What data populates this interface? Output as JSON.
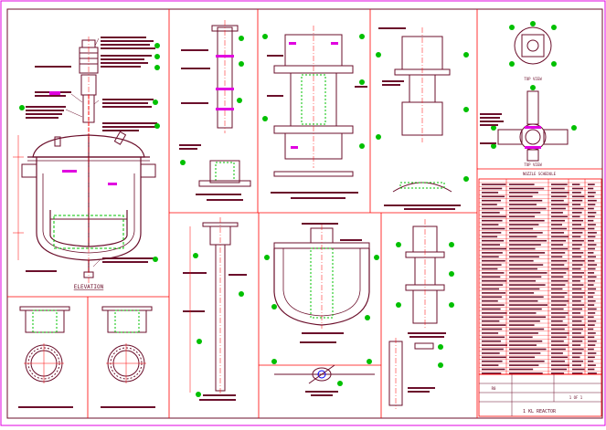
{
  "sheet": {
    "colors": {
      "outline": "#ff0000",
      "detail": "#6b0f2b",
      "callout": "#00c000",
      "accent": "#e000e0",
      "blue": "#0000ff",
      "paper": "#ffffff"
    }
  },
  "labels": {
    "elevation_title": "ELEVATION",
    "top_view_title": "TOP VIEW",
    "top_view_sub": "TOP VIEW",
    "table_title": "NOZZLE SCHEDULE"
  },
  "views": [
    {
      "id": "elevation",
      "caption": "ELEVATION"
    },
    {
      "id": "shaft",
      "caption": "DETAIL OF TOP SHAFT"
    },
    {
      "id": "bearing",
      "caption": "DETAIL OF BEARING HOUSING & COUPLING"
    },
    {
      "id": "support",
      "caption": "DETAIL OF LUG SUPPORT"
    },
    {
      "id": "agitator-shaft",
      "caption": "DETAIL OF AGITATOR SHAFT"
    },
    {
      "id": "anchor",
      "caption": "DETAIL OF ANCHOR"
    },
    {
      "id": "coupling",
      "caption": "DETAIL OF RIGID COUPLING"
    },
    {
      "id": "manhole",
      "caption": "MANHOLE COVER DETAIL"
    },
    {
      "id": "sight-glass",
      "caption": "SIGHT GLASS DETAIL"
    },
    {
      "id": "thermowell",
      "caption": "DETAIL OF THERMOWELL"
    }
  ],
  "title_block": {
    "title": "1 KL REACTOR",
    "rev": "R0",
    "sheet": "1 OF 1"
  }
}
